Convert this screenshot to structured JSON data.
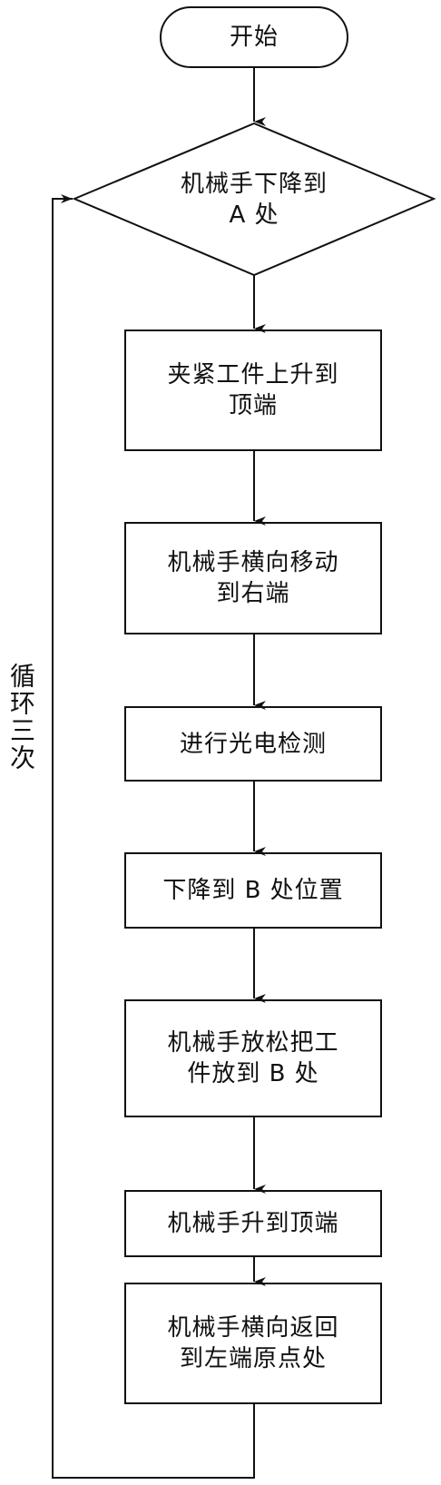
{
  "diagram": {
    "type": "flowchart",
    "start": {
      "label": "开始"
    },
    "decision": {
      "lines": [
        "机械手下降到",
        "A 处"
      ]
    },
    "steps": [
      {
        "lines": [
          "夹紧工件上升到",
          "顶端"
        ]
      },
      {
        "lines": [
          "机械手横向移动",
          "到右端"
        ]
      },
      {
        "lines": [
          "进行光电检测"
        ]
      },
      {
        "lines": [
          "下降到 B 处位置"
        ]
      },
      {
        "lines": [
          "机械手放松把工",
          "件放到 B 处"
        ]
      },
      {
        "lines": [
          "机械手升到顶端"
        ]
      },
      {
        "lines": [
          "机械手横向返回",
          "到左端原点处"
        ]
      }
    ],
    "loop_label": "循环三次"
  }
}
